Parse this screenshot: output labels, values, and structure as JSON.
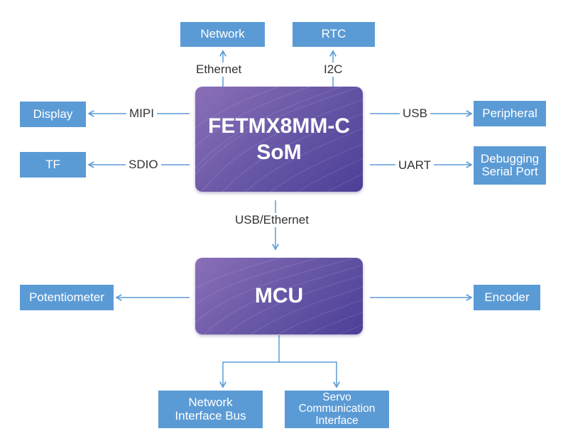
{
  "som": {
    "line1": "FETMX8MM-C",
    "line2": "SoM"
  },
  "mcu": {
    "title": "MCU"
  },
  "peripherals": {
    "network": "Network",
    "rtc": "RTC",
    "display": "Display",
    "tf": "TF",
    "peripheral": "Peripheral",
    "debug_line1": "Debugging",
    "debug_line2": "Serial Port",
    "potentiometer": "Potentiometer",
    "encoder": "Encoder",
    "netbus_line1": "Network",
    "netbus_line2": "Interface Bus",
    "servo_line1": "Servo",
    "servo_line2": "Communication",
    "servo_line3": "Interface"
  },
  "links": {
    "ethernet": "Ethernet",
    "i2c": "I2C",
    "mipi": "MIPI",
    "sdio": "SDIO",
    "usb": "USB",
    "uart": "UART",
    "usb_ethernet": "USB/Ethernet"
  },
  "colors": {
    "box_fill": "#5b9bd5",
    "chip_gradient_start": "#8a6fb8",
    "chip_gradient_end": "#4c3f97",
    "connector": "#5b9bd5",
    "label_text": "#333333"
  }
}
